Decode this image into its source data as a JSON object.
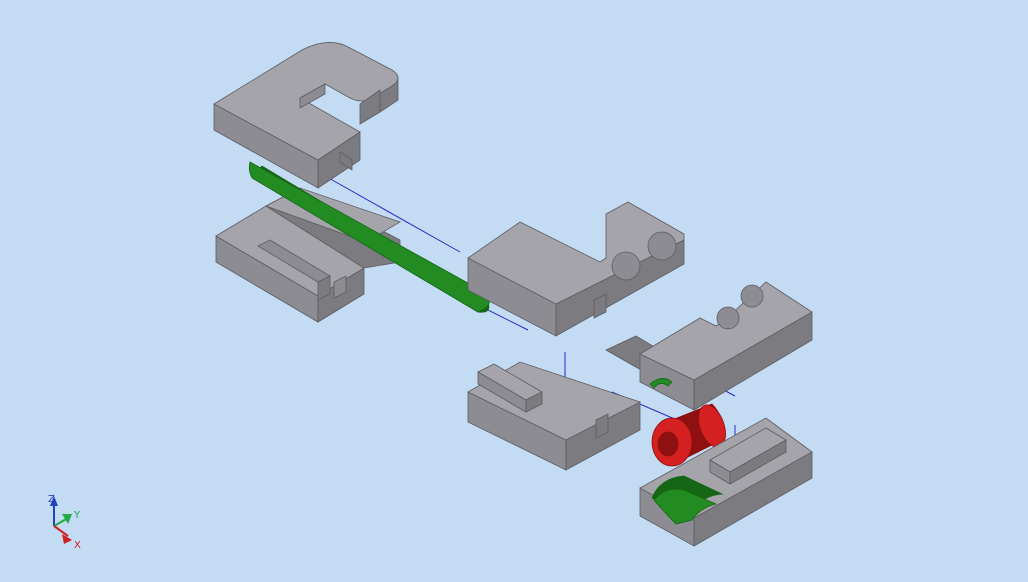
{
  "viewport": {
    "background": "#c3dbf3"
  },
  "colors": {
    "part_top": "#a4a4aa",
    "part_left": "#8c8c92",
    "part_right": "#7b7b80",
    "edge": "#5c5c62",
    "green_part": "#228b22",
    "green_dark": "#156615",
    "red_part": "#d42020",
    "red_dark": "#8e1010",
    "constraint_line": "#2a2acc"
  },
  "view_triad": {
    "x_label": "X",
    "y_label": "Y",
    "z_label": "Z",
    "x_color": "#cc2222",
    "y_color": "#22aa44",
    "z_color": "#2244bb"
  },
  "parts": [
    {
      "name": "c-clamp-top-left",
      "kind": "block"
    },
    {
      "name": "slot-base-left",
      "kind": "block"
    },
    {
      "name": "long-green-rod",
      "kind": "rod"
    },
    {
      "name": "notched-block-center",
      "kind": "block"
    },
    {
      "name": "slot-base-center",
      "kind": "block"
    },
    {
      "name": "notched-block-right",
      "kind": "block"
    },
    {
      "name": "red-bushing",
      "kind": "cylinder"
    },
    {
      "name": "slot-base-right",
      "kind": "block"
    },
    {
      "name": "green-half-sleeve",
      "kind": "cylinder"
    }
  ]
}
